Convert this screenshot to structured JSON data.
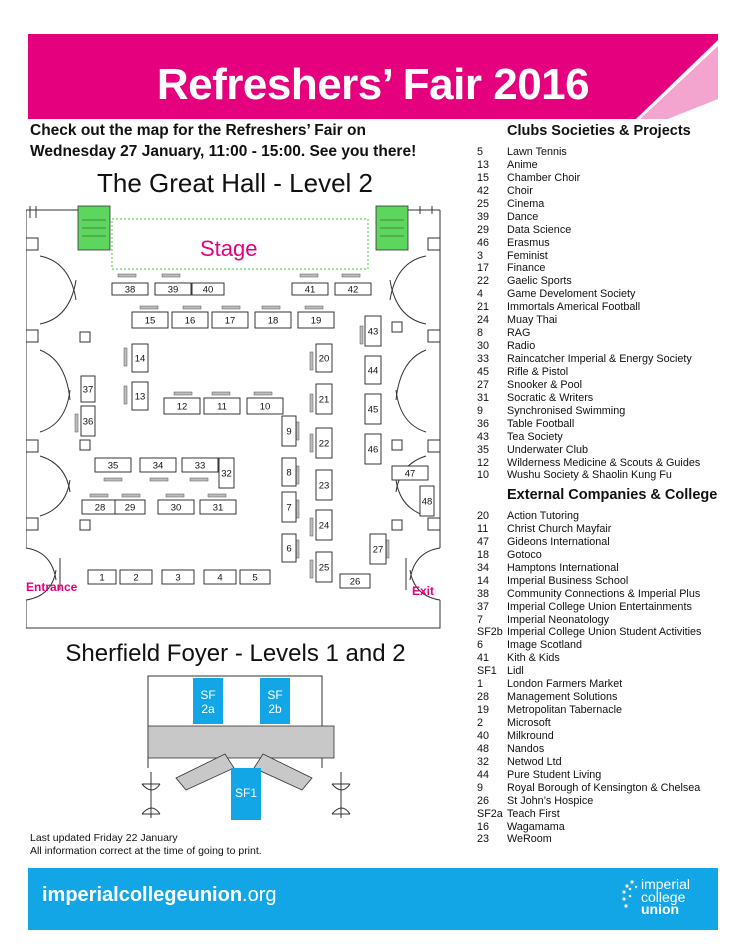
{
  "header": {
    "title": "Refreshers’ Fair 2016"
  },
  "intro": {
    "line1": "Check out the map for the Refreshers’ Fair on",
    "line2": "Wednesday 27 January, 11:00 - 15:00. See you there!"
  },
  "colors": {
    "magenta": "#e5007e",
    "blue": "#12a6e6",
    "green": "#5cd65c",
    "grey": "#c8c8c8"
  },
  "hall": {
    "title": "The Great Hall - Level 2",
    "stage_label": "Stage",
    "entrance_label": "Entrance",
    "exit_label": "Exit",
    "stalls": [
      "38",
      "39",
      "40",
      "41",
      "42",
      "15",
      "16",
      "17",
      "18",
      "19",
      "43",
      "14",
      "20",
      "44",
      "37",
      "13",
      "12",
      "11",
      "10",
      "21",
      "45",
      "36",
      "9",
      "22",
      "46",
      "35",
      "34",
      "33",
      "32",
      "8",
      "23",
      "47",
      "48",
      "28",
      "29",
      "30",
      "31",
      "7",
      "24",
      "6",
      "27",
      "25",
      "1",
      "2",
      "3",
      "4",
      "5",
      "26"
    ]
  },
  "foyer": {
    "title": "Sherfield Foyer -  Levels 1 and 2",
    "sf2a_line1": "SF",
    "sf2a_line2": "2a",
    "sf2b_line1": "SF",
    "sf2b_line2": "2b",
    "sf1": "SF1"
  },
  "clubs": {
    "heading": "Clubs Societies & Projects",
    "items": [
      {
        "num": "5",
        "name": "Lawn Tennis"
      },
      {
        "num": "13",
        "name": "Anime"
      },
      {
        "num": "15",
        "name": "Chamber Choir"
      },
      {
        "num": "42",
        "name": "Choir"
      },
      {
        "num": "25",
        "name": "Cinema"
      },
      {
        "num": "39",
        "name": "Dance"
      },
      {
        "num": "29",
        "name": "Data Science"
      },
      {
        "num": "46",
        "name": "Erasmus"
      },
      {
        "num": "3",
        "name": "Feminist"
      },
      {
        "num": "17",
        "name": "Finance"
      },
      {
        "num": "22",
        "name": "Gaelic Sports"
      },
      {
        "num": "4",
        "name": "Game Develoment Society"
      },
      {
        "num": "21",
        "name": "Immortals Americal Football"
      },
      {
        "num": "24",
        "name": "Muay Thai"
      },
      {
        "num": "8",
        "name": "RAG"
      },
      {
        "num": "30",
        "name": "Radio"
      },
      {
        "num": "33",
        "name": "Raincatcher Imperial & Energy Society"
      },
      {
        "num": "45",
        "name": "Rifle & Pistol"
      },
      {
        "num": "27",
        "name": "Snooker & Pool"
      },
      {
        "num": "31",
        "name": "Socratic & Writers"
      },
      {
        "num": "9",
        "name": "Synchronised Swimming"
      },
      {
        "num": "36",
        "name": "Table Football"
      },
      {
        "num": "43",
        "name": "Tea Society"
      },
      {
        "num": "35",
        "name": "Underwater Club"
      },
      {
        "num": "12",
        "name": "Wilderness Medicine & Scouts & Guides"
      },
      {
        "num": "10",
        "name": "Wushu Society & Shaolin Kung Fu"
      }
    ]
  },
  "external": {
    "heading": "External Companies & College",
    "items": [
      {
        "num": "20",
        "name": "Action Tutoring"
      },
      {
        "num": "11",
        "name": "Christ Church Mayfair"
      },
      {
        "num": "47",
        "name": "Gideons International"
      },
      {
        "num": "18",
        "name": "Gotoco"
      },
      {
        "num": "34",
        "name": "Hamptons International"
      },
      {
        "num": "14",
        "name": "Imperial Business School"
      },
      {
        "num": "38",
        "name": "Community Connections & Imperial Plus"
      },
      {
        "num": "37",
        "name": "Imperial College Union Entertainments"
      },
      {
        "num": "7",
        "name": "Imperial Neonatology"
      },
      {
        "num": "SF2b",
        "name": "Imperial College Union Student Activities"
      },
      {
        "num": "6",
        "name": "Image Scotland"
      },
      {
        "num": "41",
        "name": "Kith & Kids"
      },
      {
        "num": "SF1",
        "name": "Lidl"
      },
      {
        "num": "1",
        "name": "London Farmers Market"
      },
      {
        "num": "28",
        "name": "Management Solutions"
      },
      {
        "num": "19",
        "name": "Metropolitan Tabernacle"
      },
      {
        "num": "2",
        "name": "Microsoft"
      },
      {
        "num": "40",
        "name": "Milkround"
      },
      {
        "num": "48",
        "name": "Nandos"
      },
      {
        "num": "32",
        "name": "Netwod Ltd"
      },
      {
        "num": "44",
        "name": "Pure Student Living"
      },
      {
        "num": "9",
        "name": "Royal Borough of Kensington & Chelsea"
      },
      {
        "num": "26",
        "name": "St John’s Hospice"
      },
      {
        "num": "SF2a",
        "name": "Teach First"
      },
      {
        "num": "16",
        "name": "Wagamama"
      },
      {
        "num": "23",
        "name": "WeRoom"
      }
    ]
  },
  "notes": {
    "updated": "Last updated Friday 22 January",
    "disclaimer": "All information correct at the time of going to print."
  },
  "footer": {
    "url_bold": "imperialcollegeunion",
    "url_rest": ".org",
    "logo_line1": "imperial",
    "logo_line2": "college",
    "logo_line3": "union"
  }
}
